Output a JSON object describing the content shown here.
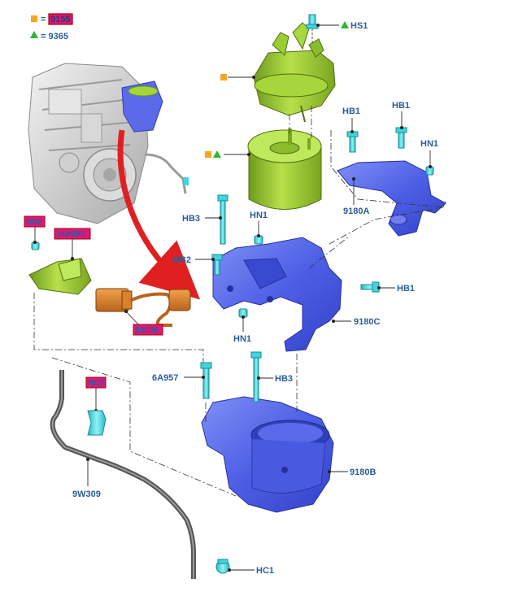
{
  "legend": [
    {
      "symbol": "square",
      "color": "#f5a623",
      "text": "= 9155",
      "highlighted": true
    },
    {
      "symbol": "triangle",
      "color": "#2eb82e",
      "text": "= 9365",
      "highlighted": false
    }
  ],
  "callouts": {
    "hs1": "HS1",
    "hb1_left": "HB1",
    "hb1_right": "HB1",
    "hn1_top_right": "HN1",
    "hb3_top": "HB3",
    "hn1_mid": "HN1",
    "hb2": "HB2",
    "hb1_mid": "HB1",
    "hn1_bottom": "HN1",
    "p9180a": "9180A",
    "p9180c": "9180C",
    "p9180b": "9180B",
    "hn2": "HN2",
    "p14a099": "14A099",
    "p9j508": "9J508",
    "hc2": "HC2",
    "p6a957": "6A957",
    "hb3_bottom": "HB3",
    "p9w309": "9W309",
    "hc1": "HC1"
  },
  "colors": {
    "label_blue": "#2a5d9a",
    "highlight_bg": "#e0167a",
    "filter_green": "#9acd32",
    "bracket_blue": "#4a5fe0",
    "fastener_cyan": "#3dd6e0",
    "connector_orange": "#d9822b",
    "arrow_red": "#e02020"
  },
  "icons": [
    "orange-square-icon",
    "green-triangle-icon",
    "red-arrow-icon",
    "engine-illustration-icon"
  ]
}
